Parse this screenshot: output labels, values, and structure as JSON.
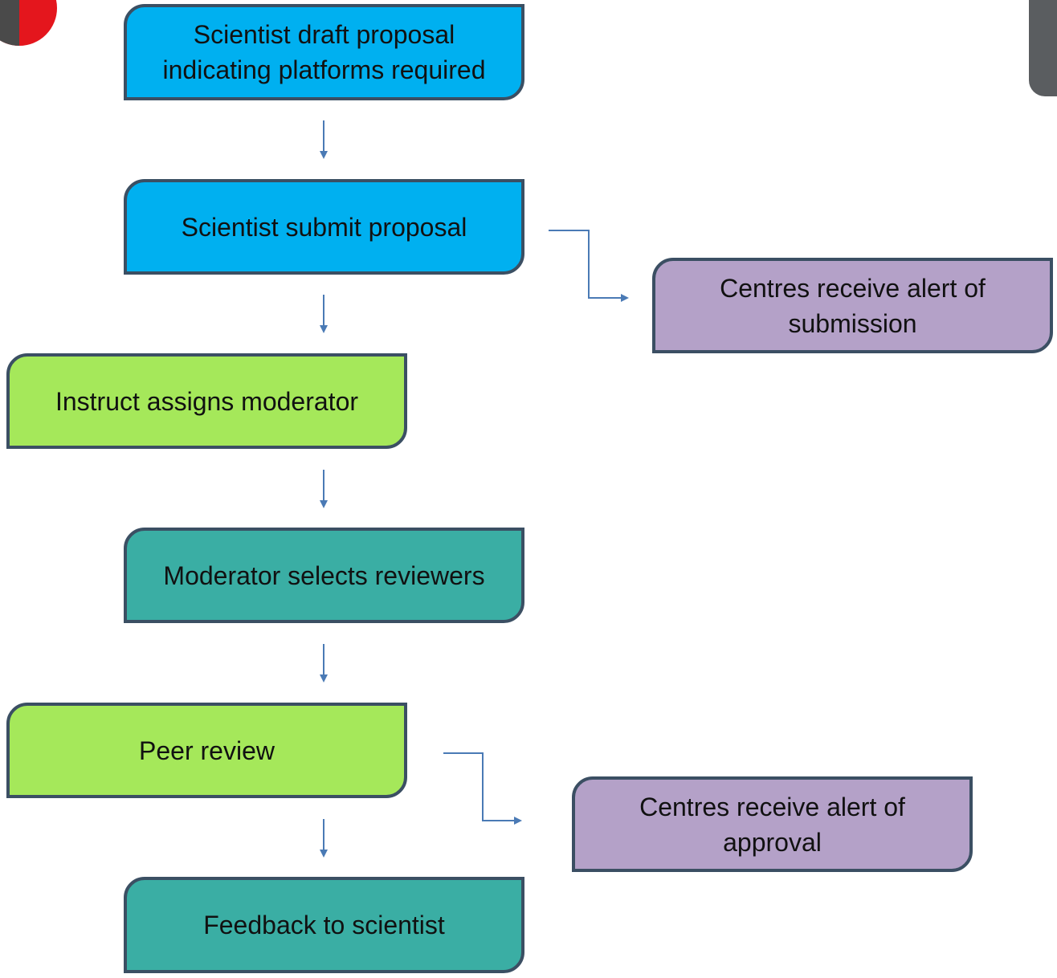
{
  "colors": {
    "scientist_step": "#00b0f0",
    "instruct_step": "#a5e85a",
    "moderator_step": "#3aaea4",
    "alert_step": "#b4a1c8",
    "border": "#3b4f63",
    "connector": "#4a7ab5"
  },
  "nodes": {
    "draft_proposal": "Scientist draft proposal\nindicating platforms required",
    "submit_proposal": "Scientist submit proposal",
    "assign_moderator": "Instruct assigns moderator",
    "select_reviewers": "Moderator selects reviewers",
    "peer_review": "Peer review",
    "feedback": "Feedback to scientist",
    "alert_submission": "Centres receive alert of\nsubmission",
    "alert_approval": "Centres receive alert of\napproval"
  },
  "edges": [
    {
      "from": "draft_proposal",
      "to": "submit_proposal"
    },
    {
      "from": "submit_proposal",
      "to": "assign_moderator"
    },
    {
      "from": "submit_proposal",
      "to": "alert_submission"
    },
    {
      "from": "assign_moderator",
      "to": "select_reviewers"
    },
    {
      "from": "select_reviewers",
      "to": "peer_review"
    },
    {
      "from": "peer_review",
      "to": "feedback"
    },
    {
      "from": "peer_review",
      "to": "alert_approval"
    }
  ]
}
